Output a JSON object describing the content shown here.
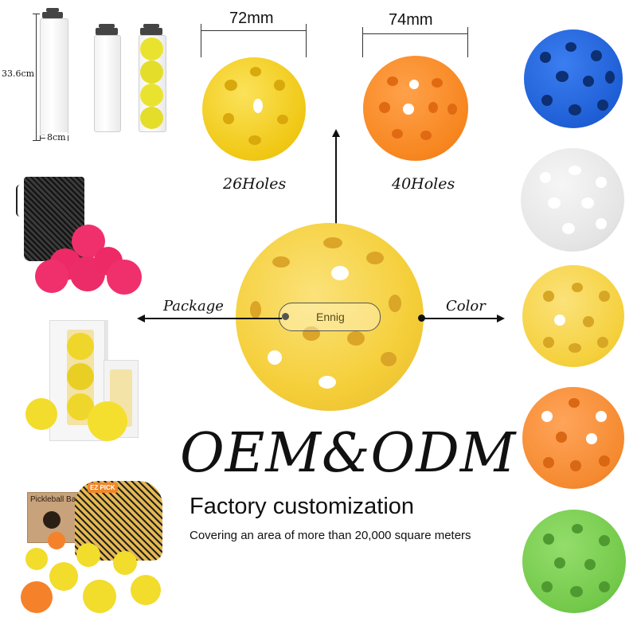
{
  "tubes": {
    "height_label": "33.6cm",
    "width_label": "8cm"
  },
  "small_ball": {
    "size_label": "72mm",
    "holes_label": "26Holes",
    "color": "#f6d21f"
  },
  "large_ball": {
    "size_label": "74mm",
    "holes_label": "40Holes",
    "color": "#f7871f"
  },
  "center_ball": {
    "brand_label": "Ennig",
    "color": "#f5cf3a"
  },
  "arrows": {
    "left_label": "Package",
    "right_label": "Color"
  },
  "headline": "OEM&ODM",
  "subheadline": "Factory customization",
  "tagline": "Covering an area of more than 20,000 square meters",
  "package_box": {
    "label": "Pickleball Balls",
    "badge": "EZ PICK"
  },
  "color_options": [
    {
      "name": "blue-ball",
      "color": "#1f5fd6"
    },
    {
      "name": "white-ball",
      "color": "#e6e6e6"
    },
    {
      "name": "yellow-ball",
      "color": "#f5d03c"
    },
    {
      "name": "orange-ball",
      "color": "#f58a30"
    },
    {
      "name": "green-ball",
      "color": "#73c94a"
    }
  ],
  "colors": {
    "pink": "#f0306c",
    "yellow": "#f2dc2c",
    "orange": "#f5812a"
  }
}
